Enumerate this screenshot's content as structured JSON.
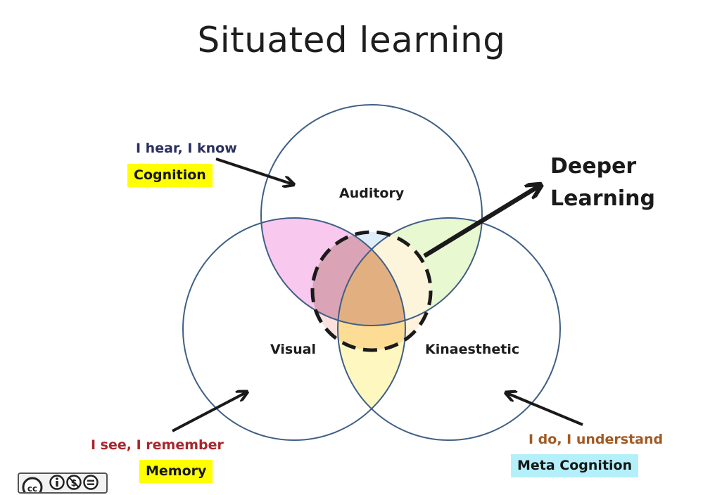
{
  "title": "Situated learning",
  "circles": {
    "auditory": {
      "label": "Auditory"
    },
    "visual": {
      "label": "Visual"
    },
    "kinaesthetic": {
      "label": "Kinaesthetic"
    }
  },
  "annotations": {
    "cognition": {
      "phrase": "I hear, I know",
      "badge": "Cognition",
      "phrase_color": "#2a2f5f",
      "badge_color": "#ffff00"
    },
    "memory": {
      "phrase": "I see, I remember",
      "badge": "Memory",
      "phrase_color": "#a8262c",
      "badge_color": "#ffff00"
    },
    "meta_cognition": {
      "phrase": "I do, I understand",
      "badge": "Meta Cognition",
      "phrase_color": "#a25a23",
      "badge_color": "#b4f0fa"
    }
  },
  "deeper_learning": {
    "line1": "Deeper",
    "line2": "Learning"
  },
  "colors": {
    "circle_stroke": "#3f5f86",
    "auditory_visual_overlap": "#f8c8ee",
    "auditory_kinaesthetic_overlap": "#e8f8d0",
    "visual_kinaesthetic_overlap": "#fff7c0",
    "center_overlap": "#e2b080",
    "dashed_focus": "#1a1a1a"
  },
  "license": {
    "icon": "creative-commons-by-nc-nd"
  }
}
